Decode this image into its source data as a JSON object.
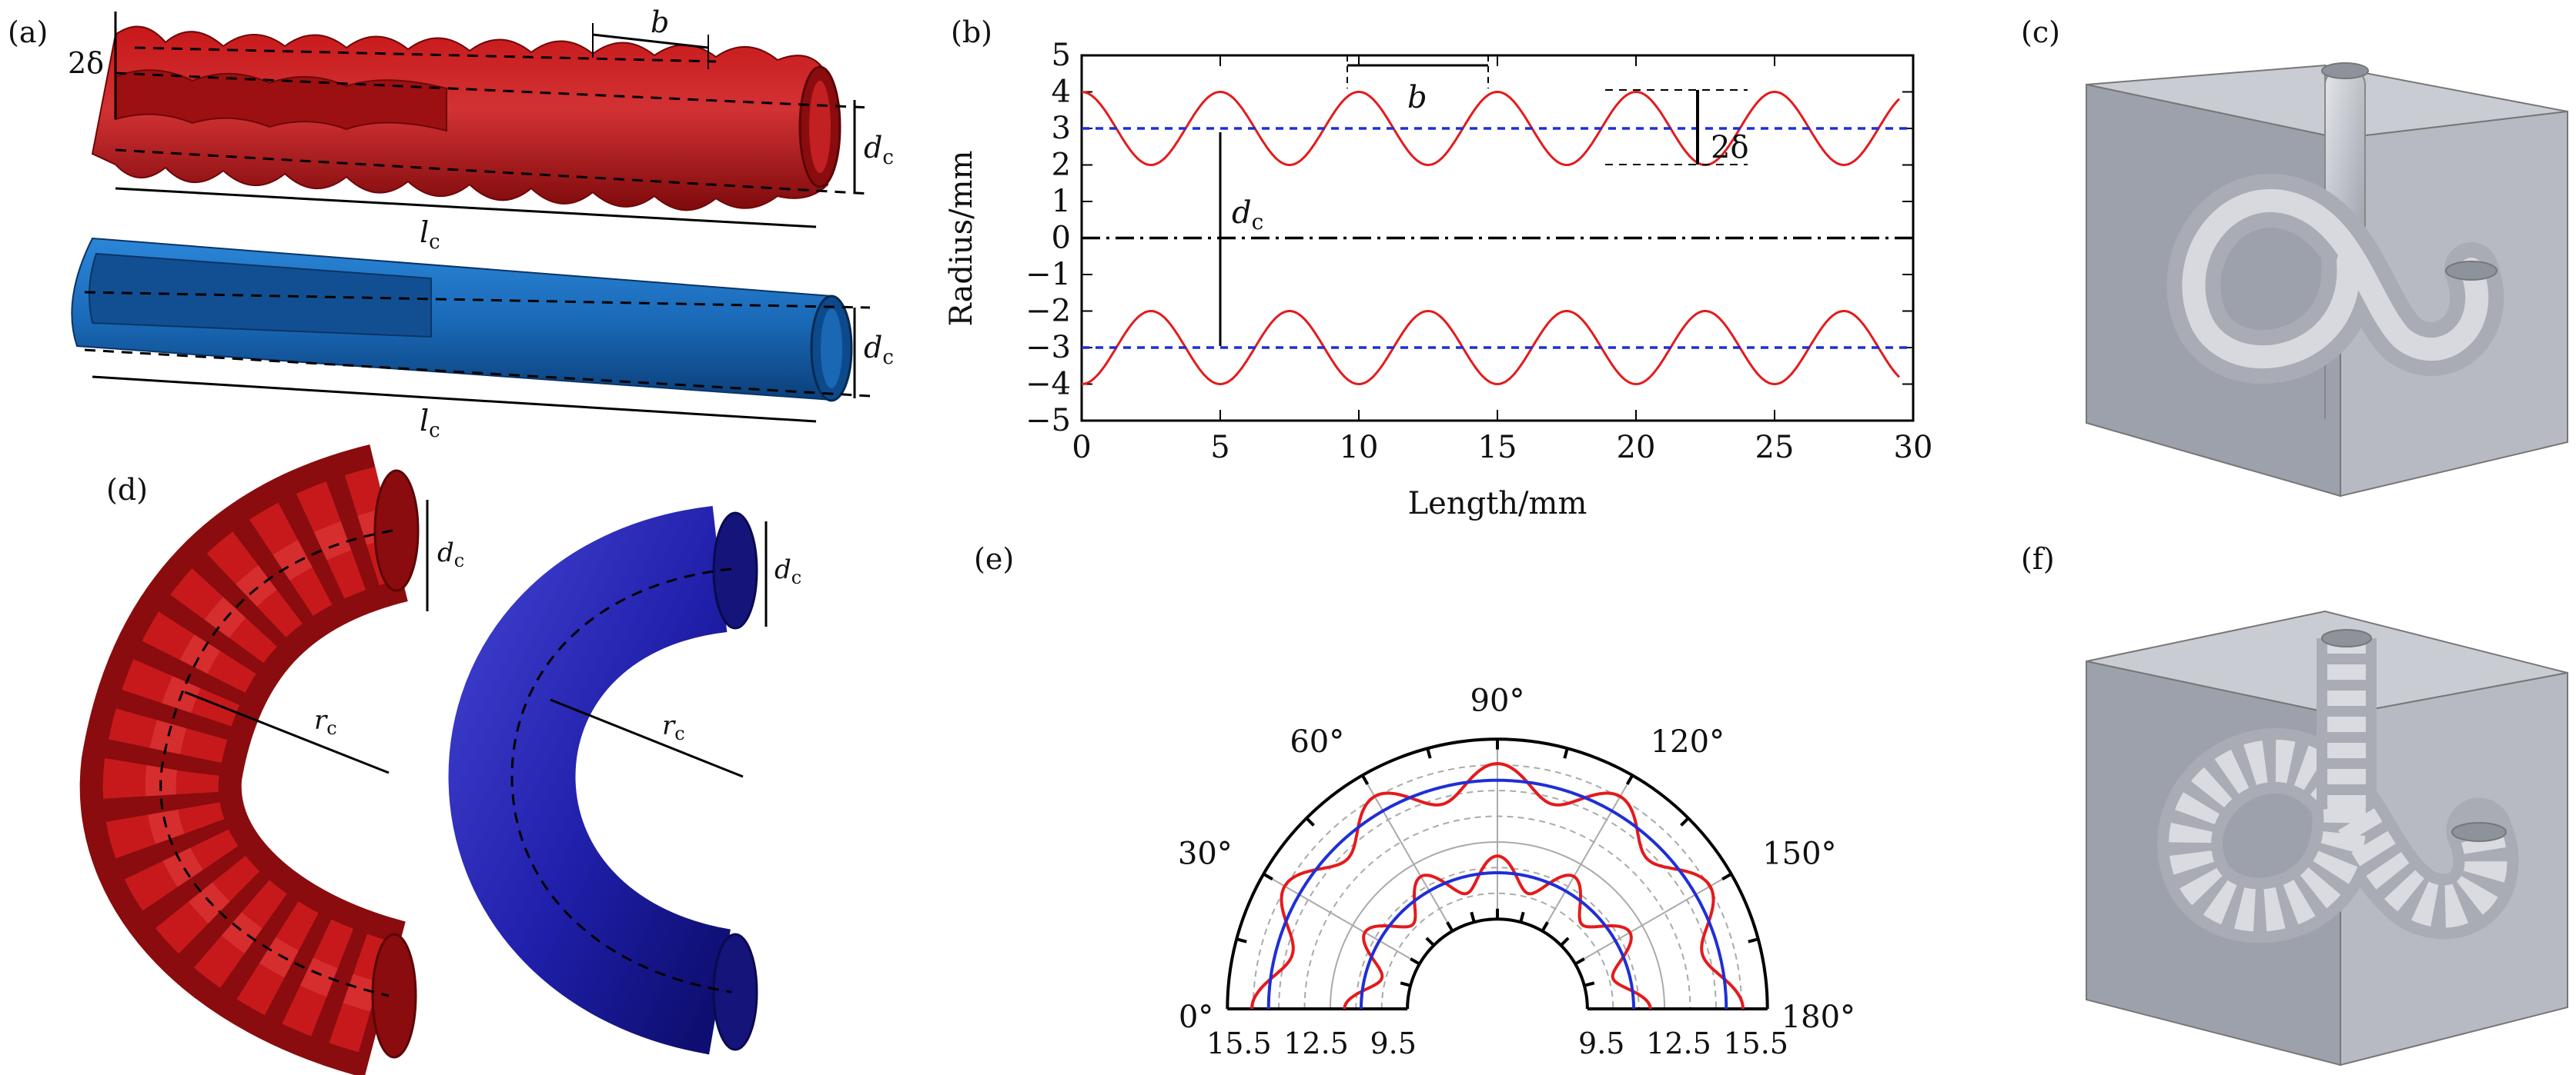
{
  "panels": {
    "a": {
      "label": "(a)",
      "period": "b",
      "amp": "2δ",
      "diam_sym": "d",
      "diam_sub": "c",
      "len_sym": "l",
      "len_sub": "c"
    },
    "b": {
      "label": "(b)",
      "period": "b",
      "amp": "2δ",
      "diam_sym": "d",
      "diam_sub": "c"
    },
    "c": {
      "label": "(c)"
    },
    "d": {
      "label": "(d)",
      "diam_sym": "d",
      "diam_sub": "c",
      "rad_sym": "r",
      "rad_sub": "c"
    },
    "e": {
      "label": "(e)",
      "angle_labels": [
        "0°",
        "30°",
        "60°",
        "90°",
        "120°",
        "150°",
        "180°"
      ],
      "radial_labels": [
        "15.5",
        "12.5",
        "9.5",
        "9.5",
        "12.5",
        "15.5"
      ]
    },
    "f": {
      "label": "(f)"
    }
  },
  "chart_data": [
    {
      "type": "line",
      "panel": "(b)",
      "xlabel": "Length/mm",
      "ylabel": "Radius/mm",
      "xlim": [
        0,
        30
      ],
      "ylim": [
        -5,
        5
      ],
      "x_ticks": [
        "0",
        "5",
        "10",
        "15",
        "20",
        "25",
        "30"
      ],
      "y_ticks": [
        "5",
        "4",
        "3",
        "2",
        "1",
        "0",
        "−1",
        "−2",
        "−3",
        "−4",
        "−5"
      ],
      "series": [
        {
          "style": "solid",
          "color": "#e41a1c",
          "function": "3 + cos(2πx/5)",
          "x_range": [
            0,
            29.5
          ]
        },
        {
          "style": "solid",
          "color": "#e41a1c",
          "function": "-3 - cos(2πx/5)",
          "x_range": [
            0,
            29.5
          ]
        },
        {
          "style": "dashed",
          "color": "#1f2fd6",
          "values": [
            3,
            3
          ]
        },
        {
          "style": "dashed",
          "color": "#1f2fd6",
          "values": [
            -3,
            -3
          ]
        },
        {
          "style": "dash-dot",
          "color": "#000000",
          "values": [
            0,
            0
          ]
        }
      ],
      "annotations": [
        "b",
        "2δ",
        "dc"
      ]
    },
    {
      "type": "line",
      "panel": "(e)",
      "coordinate": "polar-half",
      "angle_range_deg": [
        0,
        180
      ],
      "angle_ticks": [
        "0°",
        "30°",
        "60°",
        "90°",
        "120°",
        "150°",
        "180°"
      ],
      "radial_ticks": [
        "9.5",
        "12.5",
        "15.5"
      ],
      "series": [
        {
          "style": "solid",
          "color": "#e41a1c",
          "function": "15.5 + cos(12θ)"
        },
        {
          "style": "solid",
          "color": "#e41a1c",
          "function": "9.5 + cos(12θ)"
        },
        {
          "style": "solid",
          "color": "#1f2fd6",
          "values": [
            15.5,
            15.5
          ]
        },
        {
          "style": "solid",
          "color": "#1f2fd6",
          "values": [
            9.5,
            9.5
          ]
        }
      ]
    }
  ],
  "colors": {
    "red": "#e41a1c",
    "blue": "#1f2fd6",
    "red_tube": "#b51416",
    "blue_tube": "#1e6fc4",
    "navy_tube": "#1f1faa",
    "grey_tube": "#b9bcc4"
  }
}
